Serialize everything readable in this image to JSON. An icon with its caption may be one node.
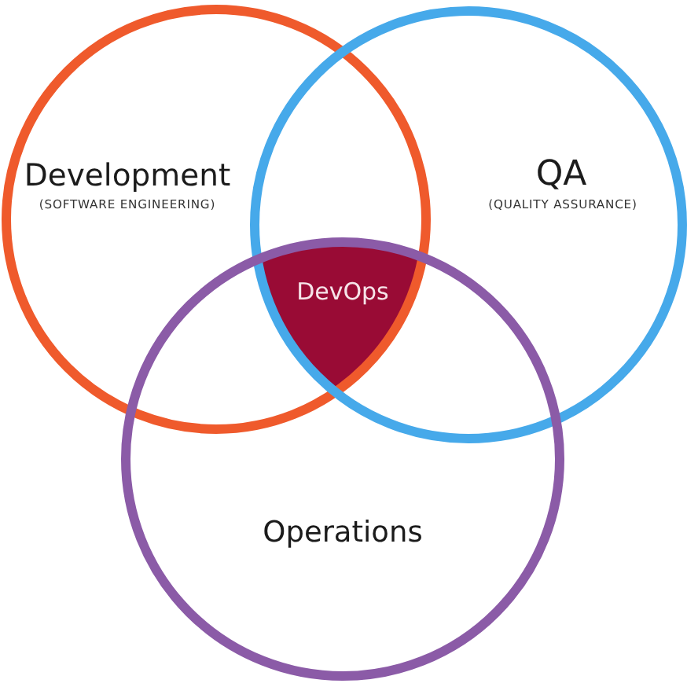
{
  "diagram": {
    "nodes": [
      {
        "text": [
          "Development",
          "(SOFTWARE ENGINEERING)"
        ]
      },
      {
        "text": [
          "QA",
          "(QUALITY ASSURANCE)"
        ]
      },
      {
        "text": [
          "Operations"
        ]
      },
      {
        "text": [
          "DevOps"
        ]
      }
    ]
  }
}
